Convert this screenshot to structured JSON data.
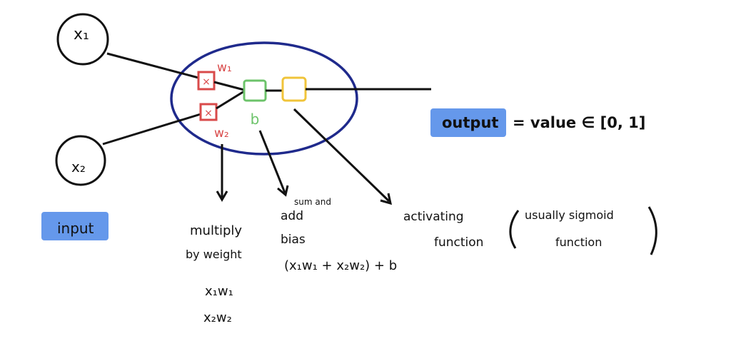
{
  "nodes": {
    "input1": "x₁",
    "input2": "x₂",
    "weight1": "w₁",
    "weight2": "w₂",
    "bias": "b",
    "mult_symbol": "×"
  },
  "labels": {
    "input": "input",
    "output_word": "output",
    "output_rest": "= value ∈ [0, 1]",
    "multiply_line1": "multiply",
    "multiply_line2": "by weight",
    "multiply_eq1": "x₁w₁",
    "multiply_eq2": "x₂w₂",
    "sum_and": "sum and",
    "add": "add",
    "bias_word": "bias",
    "bias_formula": "(x₁w₁ + x₂w₂) + b",
    "activating": "activating",
    "function": "function",
    "usually_sigmoid": "usually sigmoid",
    "usually_function": "function"
  },
  "colors": {
    "ink": "#111111",
    "ellipse": "#1f2a8c",
    "multiply": "#d94a4a",
    "sum": "#6cc36a",
    "activation": "#f0c43a",
    "highlight": "#4a86e8"
  }
}
